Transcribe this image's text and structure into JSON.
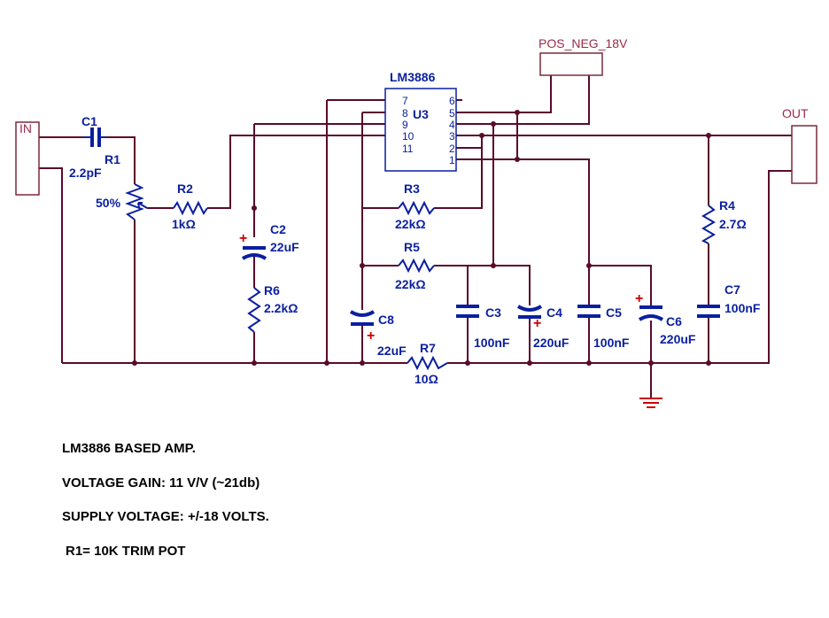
{
  "connectors": {
    "in": "IN",
    "out": "OUT",
    "supply": "POS_NEG_18V"
  },
  "ic": {
    "name": "LM3886",
    "ref": "U3",
    "left_pins": [
      "7",
      "8",
      "9",
      "10",
      "11"
    ],
    "right_pins": [
      "6",
      "5",
      "4",
      "3",
      "2",
      "1"
    ]
  },
  "components": {
    "c1": {
      "ref": "C1",
      "value": "2.2pF"
    },
    "r1": {
      "ref": "R1",
      "value": "50%"
    },
    "r2": {
      "ref": "R2",
      "value": "1kΩ"
    },
    "r3": {
      "ref": "R3",
      "value": "22kΩ"
    },
    "r4": {
      "ref": "R4",
      "value": "2.7Ω"
    },
    "r5": {
      "ref": "R5",
      "value": "22kΩ"
    },
    "r6": {
      "ref": "R6",
      "value": "2.2kΩ"
    },
    "r7": {
      "ref": "R7",
      "value": "10Ω"
    },
    "c2": {
      "ref": "C2",
      "value": "22uF"
    },
    "c3": {
      "ref": "C3",
      "value": "100nF"
    },
    "c4": {
      "ref": "C4",
      "value": "220uF"
    },
    "c5": {
      "ref": "C5",
      "value": "100nF"
    },
    "c6": {
      "ref": "C6",
      "value": "220uF"
    },
    "c7": {
      "ref": "C7",
      "value": "100nF"
    },
    "c8": {
      "ref": "C8",
      "value": "22uF"
    }
  },
  "polarity_mark": "+",
  "notes": [
    "LM3886 BASED AMP.",
    "VOLTAGE GAIN: 11 V/V (~21db)",
    "SUPPLY VOLTAGE: +/-18 VOLTS.",
    "R1= 10K TRIM POT"
  ]
}
